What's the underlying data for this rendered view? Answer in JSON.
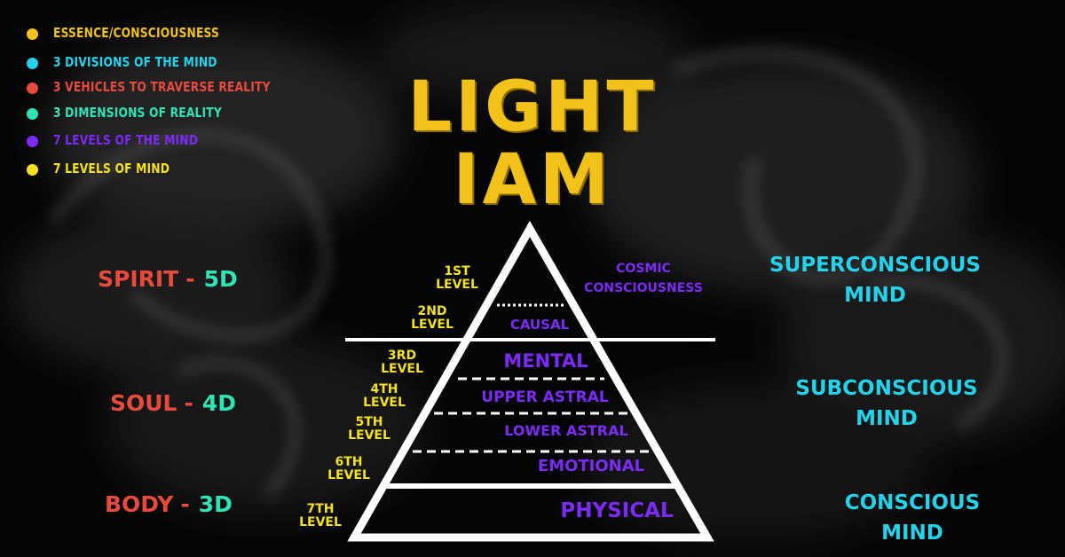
{
  "legend": [
    {
      "label": "ESSENCE/CONSCIOUSNESS",
      "color": "#f2c21b"
    },
    {
      "label": "3 DIVISIONS OF THE MIND",
      "color": "#23d3ec"
    },
    {
      "label": "3 VEHICLES TO TRAVERSE REALITY",
      "color": "#e84a3c"
    },
    {
      "label": "3 DIMENSIONS OF REALITY",
      "color": "#2fe3b5"
    },
    {
      "label": "7 LEVELS OF THE MIND",
      "color": "#7b2bf5"
    },
    {
      "label": "7 LEVELS OF MIND",
      "color": "#f4e21c"
    }
  ],
  "title": {
    "line1": "LIGHT",
    "line2": "IAM"
  },
  "realms": [
    {
      "name": "SPIRIT",
      "sep": "-",
      "dimension": "5D"
    },
    {
      "name": "SOUL",
      "sep": "-",
      "dimension": "4D"
    },
    {
      "name": "BODY",
      "sep": "-",
      "dimension": "3D"
    }
  ],
  "minds": [
    {
      "line1": "SUPERCONSCIOUS",
      "line2": "MIND"
    },
    {
      "line1": "SUBCONSCIOUS",
      "line2": "MIND"
    },
    {
      "line1": "CONSCIOUS",
      "line2": "MIND"
    }
  ],
  "levels": [
    {
      "line1": "1ST",
      "line2": "LEVEL"
    },
    {
      "line1": "2ND",
      "line2": "LEVEL"
    },
    {
      "line1": "3RD",
      "line2": "LEVEL"
    },
    {
      "line1": "4TH",
      "line2": "LEVEL"
    },
    {
      "line1": "5TH",
      "line2": "LEVEL"
    },
    {
      "line1": "6TH",
      "line2": "LEVEL"
    },
    {
      "line1": "7TH",
      "line2": "LEVEL"
    }
  ],
  "layers": {
    "cosmic_line1": "COSMIC",
    "cosmic_line2": "CONSCIOUSNESS",
    "causal": "CAUSAL",
    "mental": "MENTAL",
    "upper_astral": "UPPER ASTRAL",
    "lower_astral": "LOWER ASTRAL",
    "emotional": "EMOTIONAL",
    "physical": "PHYSICAL"
  },
  "colors": {
    "pyramid_stroke": "#ffffff",
    "background": "#000000"
  }
}
